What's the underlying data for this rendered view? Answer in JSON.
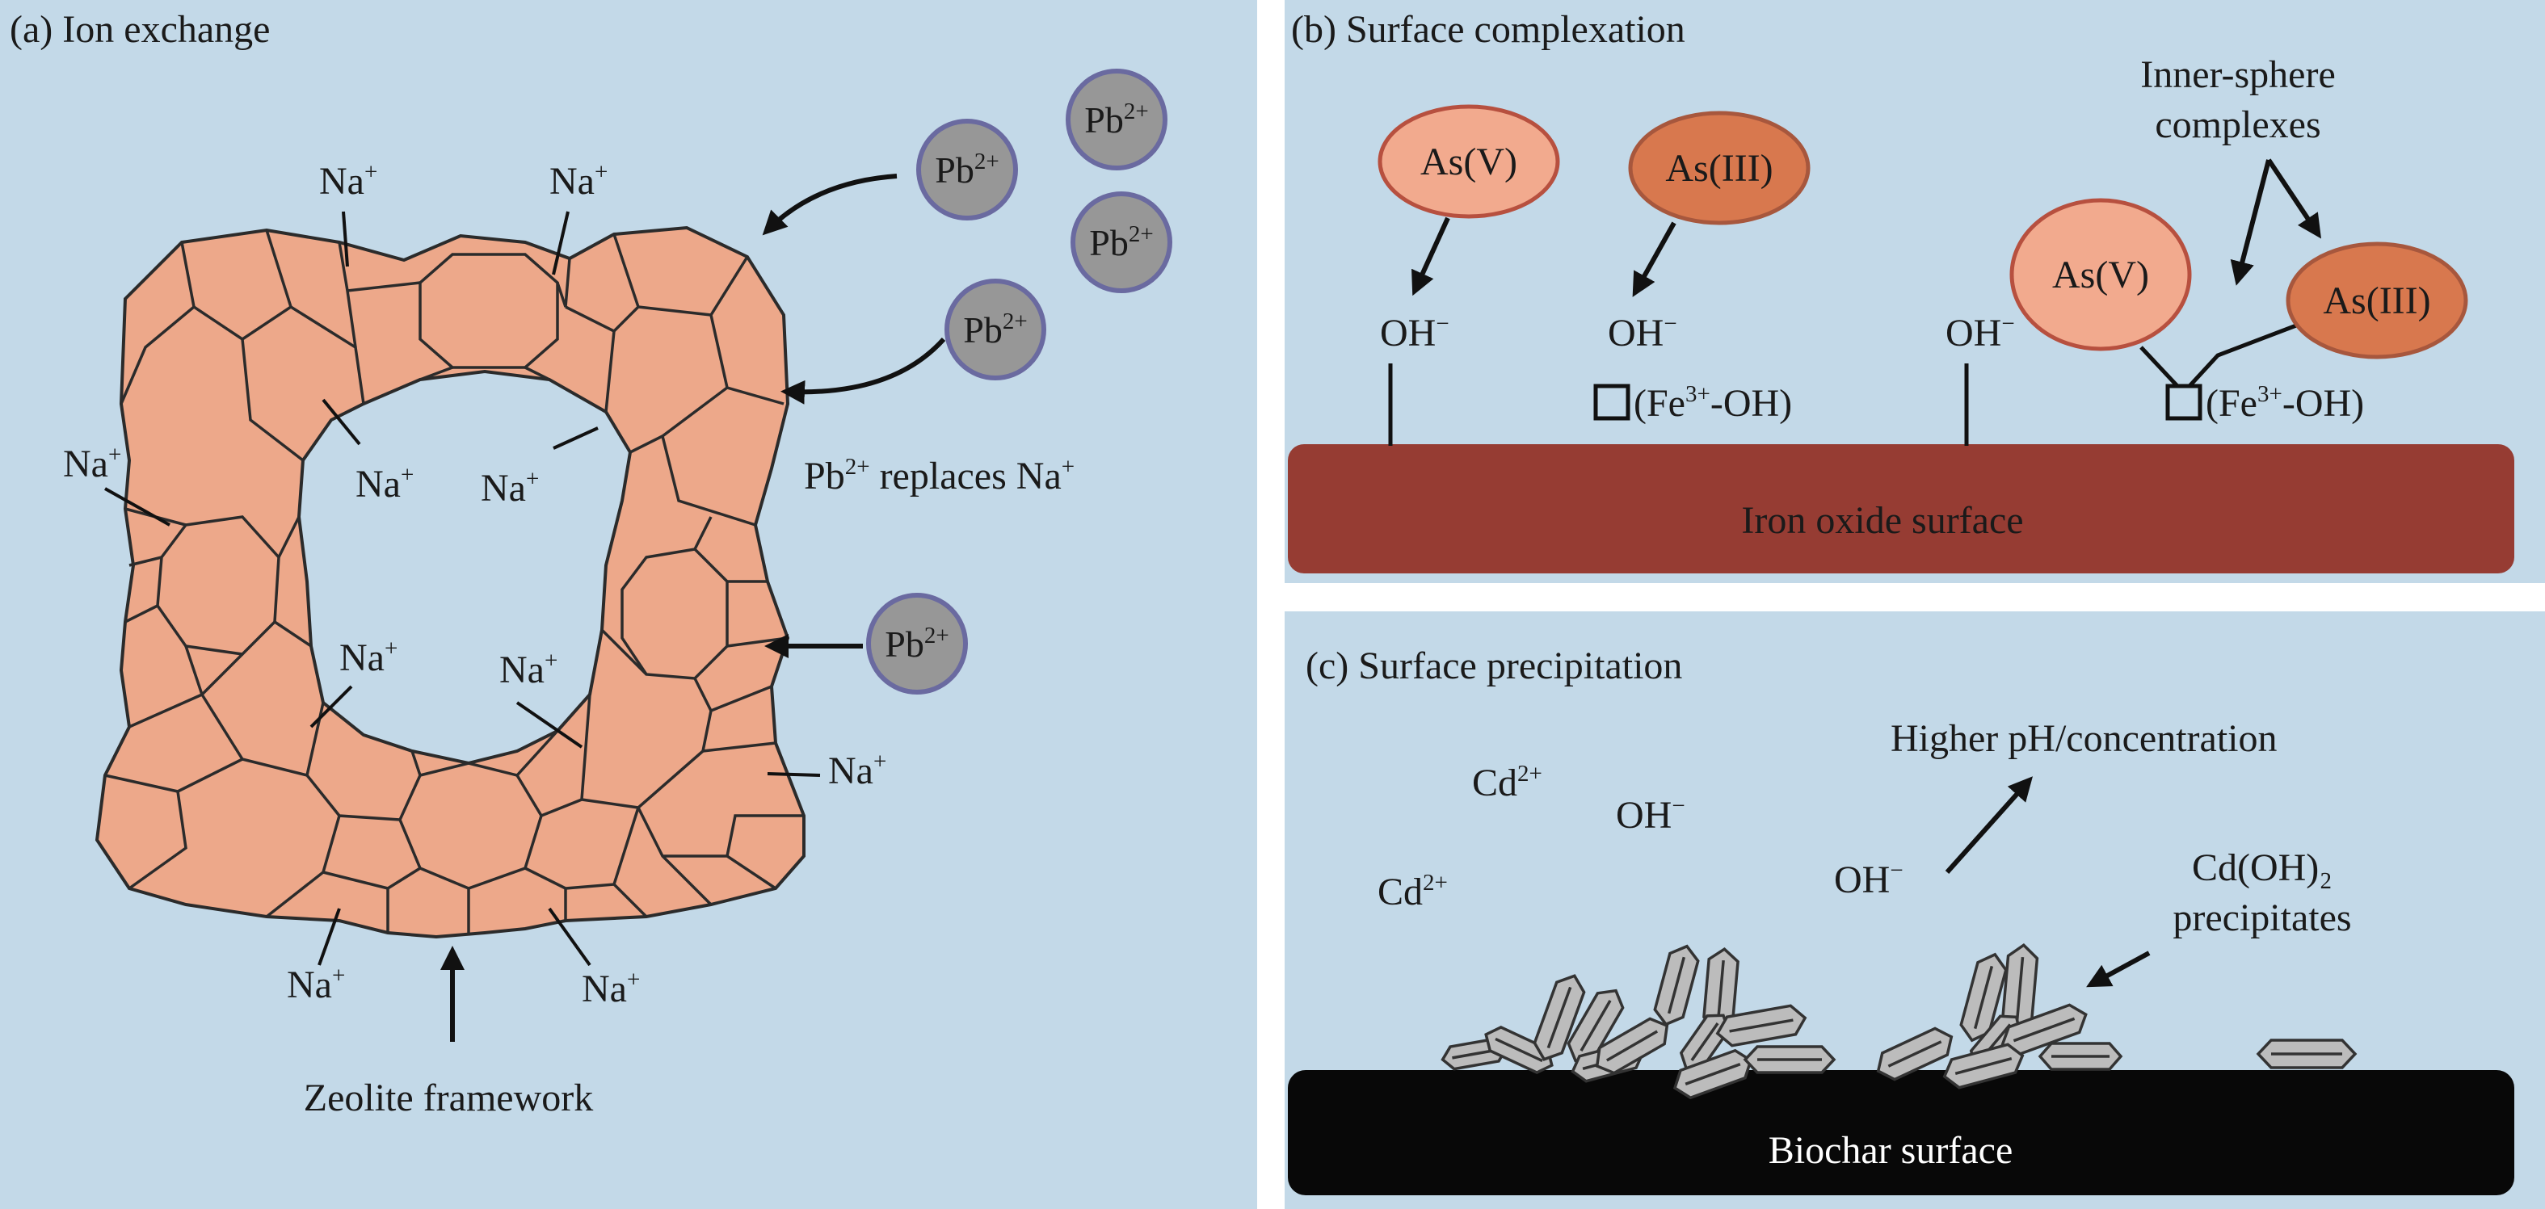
{
  "colors": {
    "panel_bg": "#c3d9e8",
    "framework": "#eda88a",
    "pb_ion": "#979797",
    "asv_fill": "#f2aa8e",
    "asiii_fill": "#d8784e",
    "iron_surface": "#963c33",
    "biochar_surface": "#080808",
    "crystal": "#bcbcbc"
  },
  "panel_a": {
    "title": "(a) Ion exchange",
    "na_base": "Na",
    "na_sup": "+",
    "pb_base": "Pb",
    "pb_sup": "2+",
    "replaces_pb_base": "Pb",
    "replaces_pb_sup": "2+",
    "replaces_mid": " replaces Na",
    "replaces_sup": "+",
    "framework_label": "Zeolite framework"
  },
  "panel_b": {
    "title": "(b) Surface complexation",
    "asv": "As(V)",
    "asiii": "As(III)",
    "oh_base": "OH",
    "oh_sup": "−",
    "site_pre": "(Fe",
    "site_sup": "3+",
    "site_post": "-OH)",
    "inner_line1": "Inner-sphere",
    "inner_line2": "complexes",
    "surface_label": "Iron oxide surface"
  },
  "panel_c": {
    "title": "(c) Surface precipitation",
    "cd_base": "Cd",
    "cd_sup": "2+",
    "oh_base": "OH",
    "oh_sup": "−",
    "higher": "Higher pH/concentration",
    "precip_line1": "Cd(OH)₂",
    "precip_line2": "precipitates",
    "surface_label": "Biochar surface"
  }
}
